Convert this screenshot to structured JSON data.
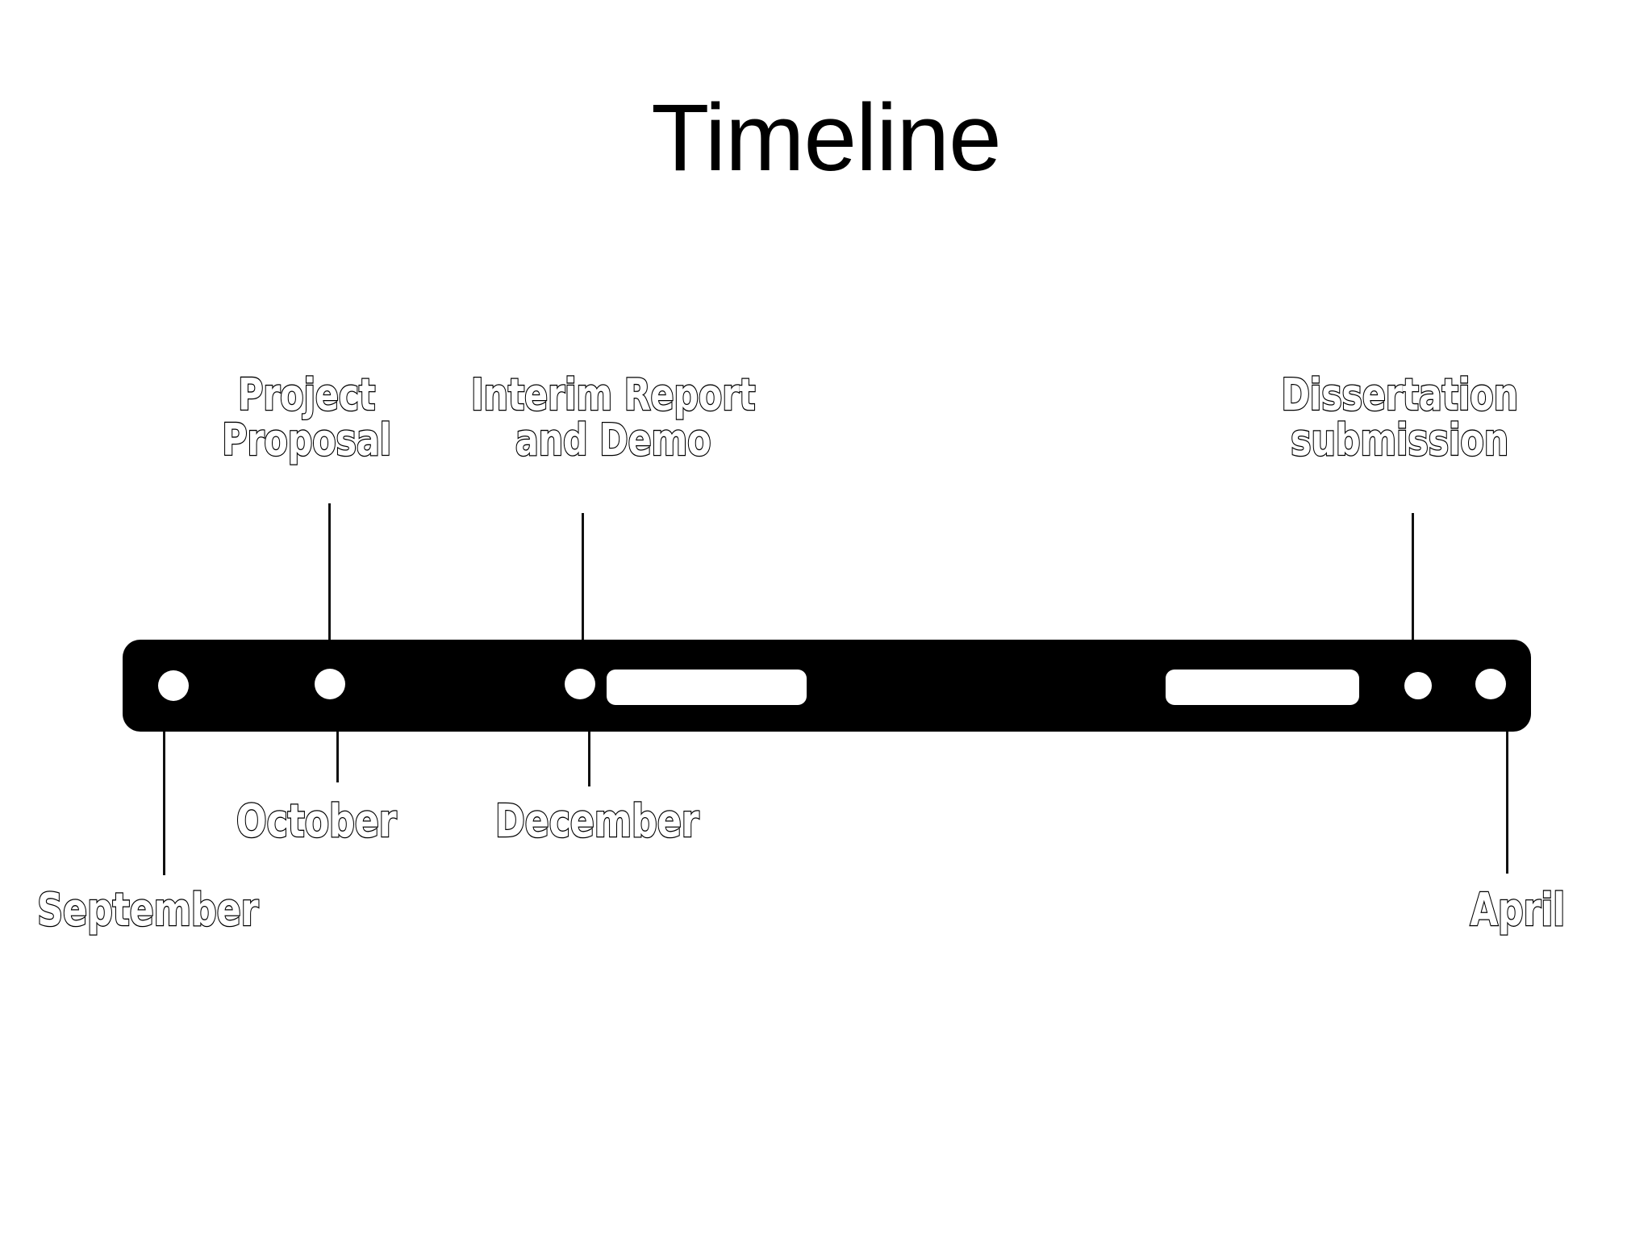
{
  "page": {
    "title": "Timeline",
    "background_color": "#ffffff",
    "bar_color": "#000000",
    "marker_color": "#ffffff",
    "text_color": "#000000"
  },
  "chart_data": {
    "type": "timeline",
    "title": "Timeline",
    "axis_label": "",
    "range_start": "September",
    "range_end": "April",
    "milestones": [
      {
        "label": "Project Proposal",
        "month": "October",
        "position_pct": 14.7,
        "marker": "dot"
      },
      {
        "label": "Interim Report and Demo",
        "month": "December",
        "position_pct": 32.5,
        "marker": "dot"
      },
      {
        "label": "Dissertation submission",
        "month": "April",
        "position_pct": 90.6,
        "marker": "dot"
      }
    ],
    "month_ticks": [
      {
        "label": "September",
        "position_pct": 2.9
      },
      {
        "label": "October",
        "position_pct": 15.2
      },
      {
        "label": "December",
        "position_pct": 33.1
      },
      {
        "label": "April",
        "position_pct": 96.9
      }
    ],
    "phase_bars": [
      {
        "position_pct_start": 34.4,
        "position_pct_end": 48.6
      },
      {
        "position_pct_start": 74.0,
        "position_pct_end": 87.8
      }
    ]
  },
  "milestone_labels": {
    "project_proposal": "Project\nProposal",
    "interim_report": "Interim Report\nand Demo",
    "dissertation": "Dissertation\nsubmission"
  },
  "month_labels": {
    "september": "September",
    "october": "October",
    "december": "December",
    "april": "April"
  }
}
